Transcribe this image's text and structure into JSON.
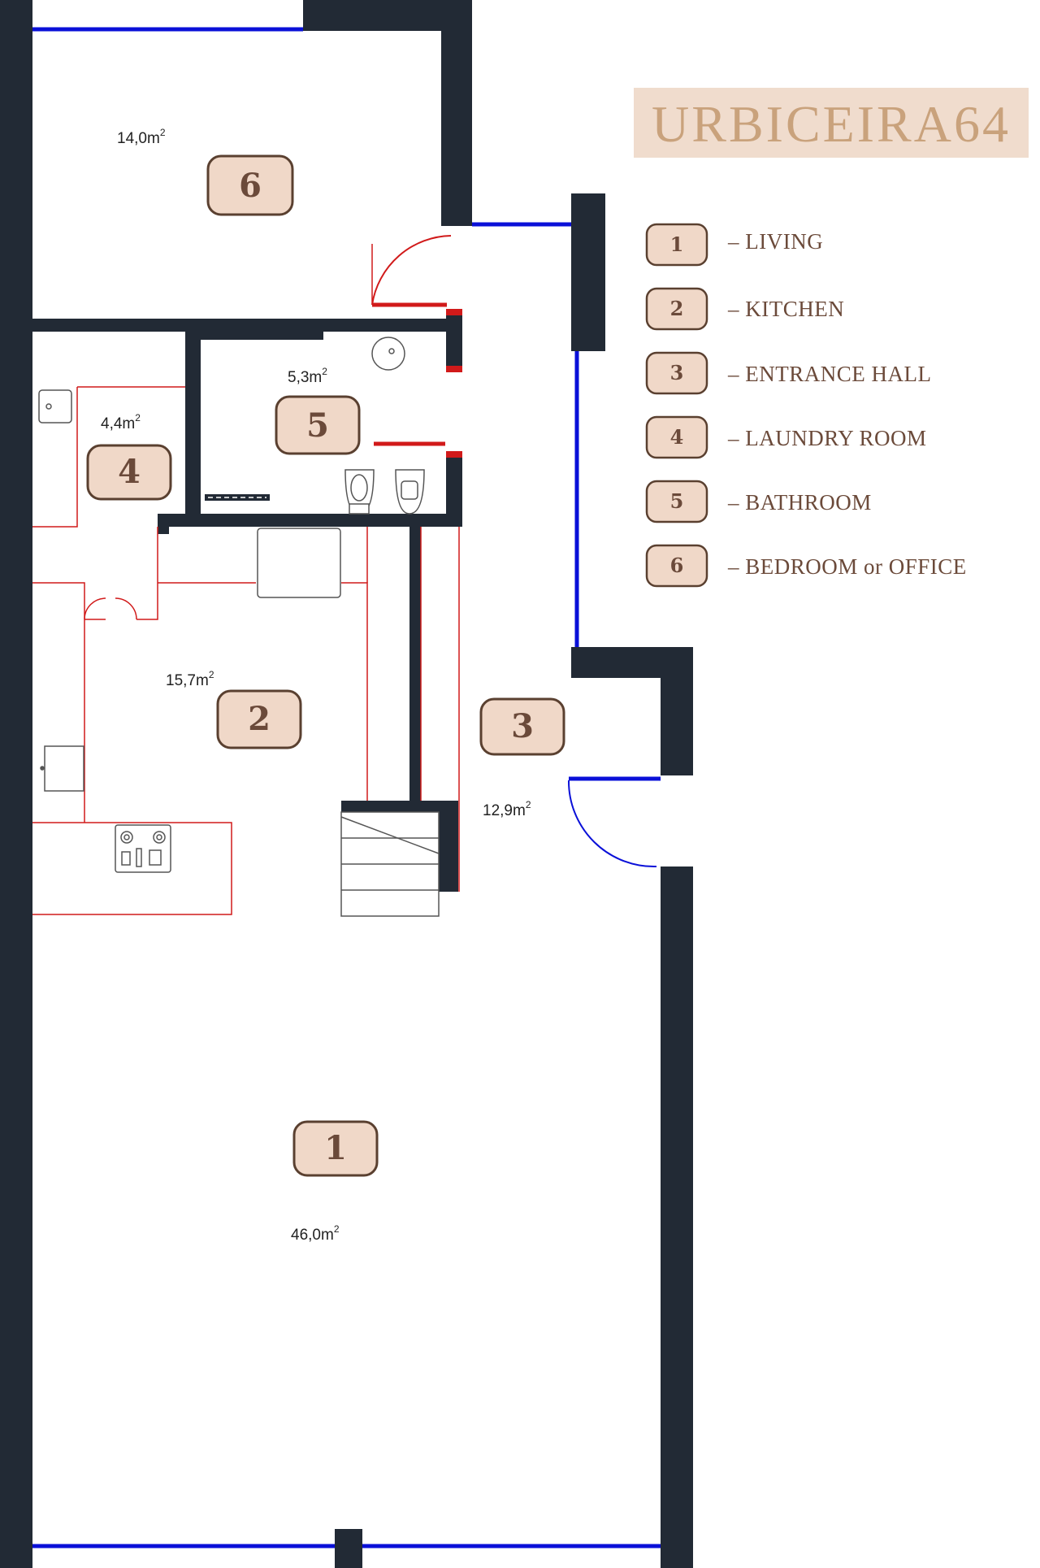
{
  "brand": {
    "name": "URBICEIRA64",
    "colors": {
      "text": "#c9a27c",
      "background": "#f0dccd"
    }
  },
  "rooms": [
    {
      "number": "1",
      "area": "46,0m",
      "sup": "2"
    },
    {
      "number": "2",
      "area": "15,7m",
      "sup": "2"
    },
    {
      "number": "3",
      "area": "12,9m",
      "sup": "2"
    },
    {
      "number": "4",
      "area": "4,4m",
      "sup": "2"
    },
    {
      "number": "5",
      "area": "5,3m",
      "sup": "2"
    },
    {
      "number": "6",
      "area": "14,0m",
      "sup": "2"
    }
  ],
  "legend": [
    {
      "number": "1",
      "label": "– LIVING"
    },
    {
      "number": "2",
      "label": "– KITCHEN"
    },
    {
      "number": "3",
      "label": "– ENTRANCE HALL"
    },
    {
      "number": "4",
      "label": "– LAUNDRY ROOM"
    },
    {
      "number": "5",
      "label": "– BATHROOM"
    },
    {
      "number": "6",
      "label": "– BEDROOM or OFFICE"
    }
  ],
  "colors": {
    "wall": "#222a35",
    "window": "#0a10d8",
    "fixture": "#d11a1a",
    "badge_fill": "#f0d8c8",
    "badge_stroke": "#5a4030"
  }
}
